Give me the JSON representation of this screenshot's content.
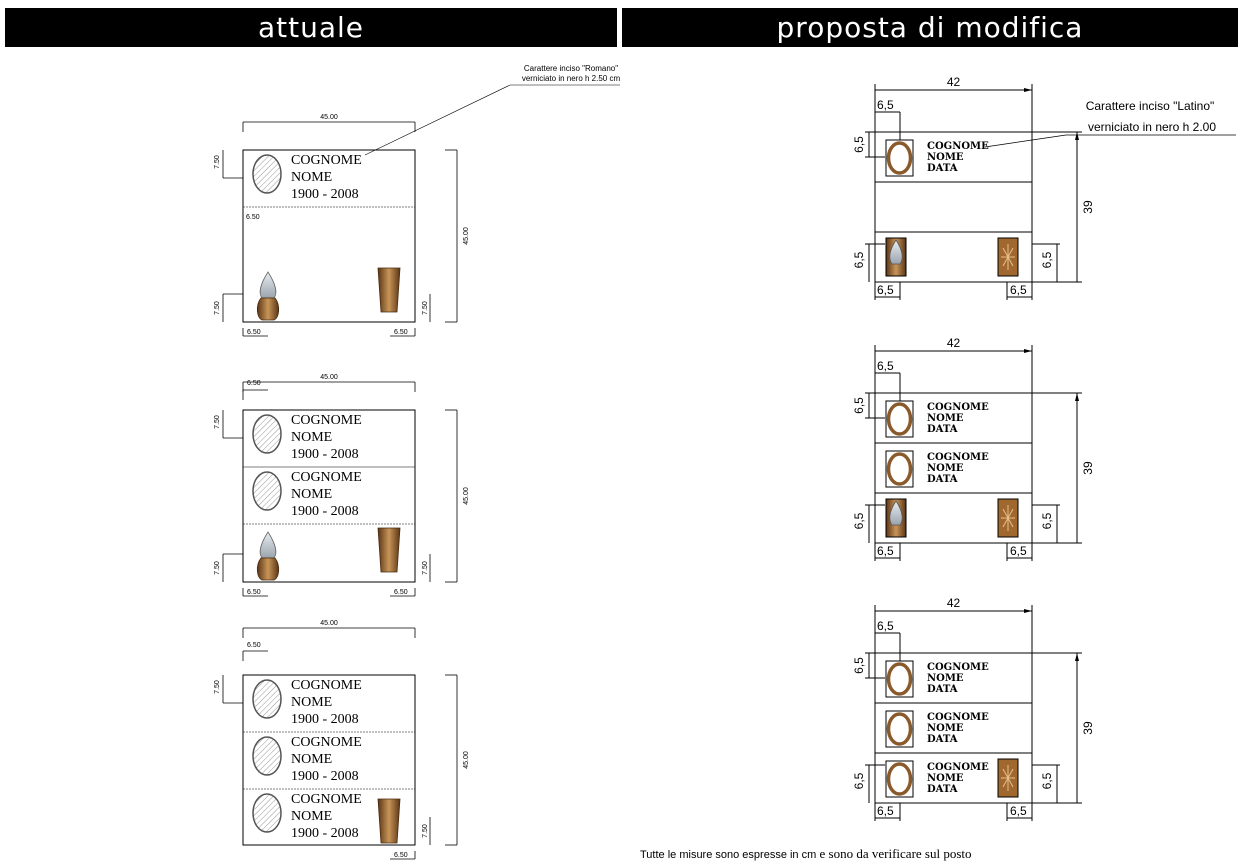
{
  "header": {
    "left_title": "attuale",
    "right_title": "proposta di modifica"
  },
  "left": {
    "note_line1": "Carattere inciso \"Romano\"",
    "note_line2": "verniciato in nero h 2.50 cm",
    "width_label": "45.00",
    "height_label": "45.00",
    "top_margin_label": "7.50",
    "bottom_margin_label": "7.50",
    "side_margin_label": "6.50",
    "entry": {
      "surname": "COGNOME",
      "name": "NOME",
      "dates": "1900 - 2008"
    }
  },
  "right": {
    "note_line1": "Carattere inciso \"Latino\"",
    "note_line2": "verniciato in nero h 2.00",
    "width_label": "42",
    "height_label": "39",
    "margin_label": "6,5",
    "entry": {
      "surname": "COGNOME",
      "name": "NOME",
      "date": "DATA"
    }
  },
  "footer": {
    "text_sans": "Tutte le misure sono espresse in cm",
    "text_serif": " e sono da verificare sul posto"
  },
  "colors": {
    "bronze": "#8a5a2b",
    "bronze_light": "#c99a5e",
    "candle_top": "#cfd3d8",
    "ink": "#000000"
  }
}
